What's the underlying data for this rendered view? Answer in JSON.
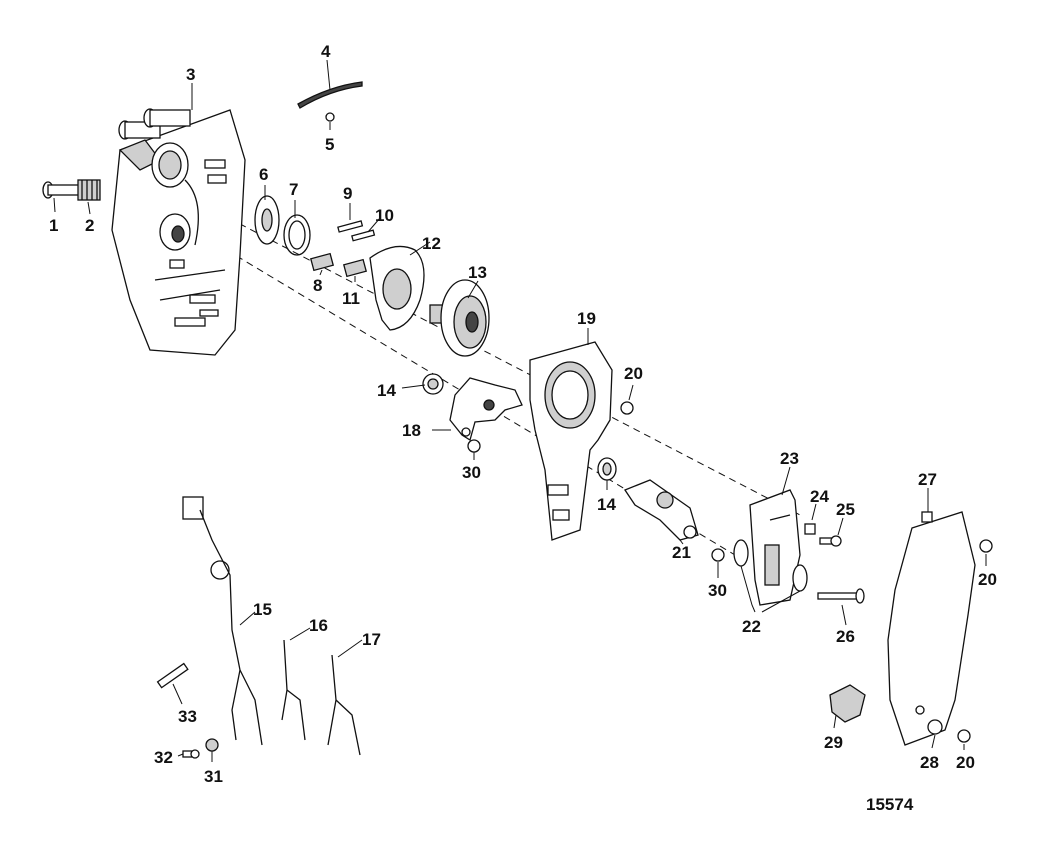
{
  "figure_number": "15574",
  "callouts": {
    "c1": "1",
    "c2": "2",
    "c3": "3",
    "c4": "4",
    "c5": "5",
    "c6": "6",
    "c7": "7",
    "c8": "8",
    "c9": "9",
    "c10": "10",
    "c11": "11",
    "c12": "12",
    "c13": "13",
    "c14a": "14",
    "c14b": "14",
    "c15": "15",
    "c16": "16",
    "c17": "17",
    "c18": "18",
    "c19": "19",
    "c20a": "20",
    "c20b": "20",
    "c20c": "20",
    "c21": "21",
    "c22": "22",
    "c23": "23",
    "c24": "24",
    "c25": "25",
    "c26": "26",
    "c27": "27",
    "c28": "28",
    "c29": "29",
    "c30a": "30",
    "c30b": "30",
    "c31": "31",
    "c32": "32",
    "c33": "33"
  }
}
